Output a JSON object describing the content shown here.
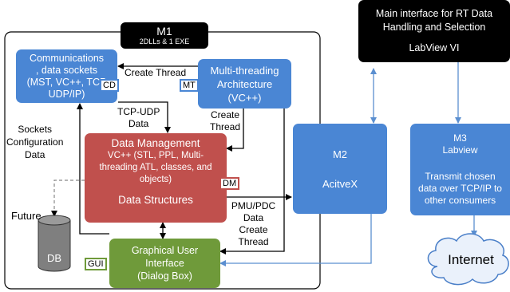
{
  "m1": {
    "title": "M1",
    "subtitle": "2DLLs & 1 EXE"
  },
  "comm": {
    "l1": "Communications",
    "l2": ", data sockets",
    "l3": "(MST, VC++, TCP",
    "l4": "UDP/IP)",
    "tag": "CD"
  },
  "mt": {
    "l1": "Multi-threading",
    "l2": "Architecture",
    "l3": "(VC++)",
    "tag": "MT"
  },
  "dm": {
    "l1": "Data Management",
    "l2": "VC++ (STL, PPL, Multi-",
    "l3": "threading ATL, classes, and",
    "l4": "objects)",
    "l5": "Data Structures",
    "tag": "DM"
  },
  "gui": {
    "l1": "Graphical User",
    "l2": "Interface",
    "l3": "(Dialog Box)",
    "tag": "GUI"
  },
  "labview": {
    "l1": "Main interface for RT Data",
    "l2": "Handling and Selection",
    "l3": "LabView VI"
  },
  "m2": {
    "l1": "M2",
    "l2": "AcitveX"
  },
  "m3": {
    "l1": "M3",
    "l2": "Labview",
    "l3": "Transmit chosen",
    "l4": "data over TCP/IP to",
    "l5": "other consumers"
  },
  "internet": "Internet",
  "db": "DB",
  "future": "Future",
  "labels": {
    "create_thread_top": "Create Thread",
    "tcp_udp_1": "TCP-UDP",
    "tcp_udp_2": "Data",
    "create_thread_mid_1": "Create",
    "create_thread_mid_2": "Thread",
    "sockets_1": "Sockets",
    "sockets_2": "Configuration",
    "sockets_3": "Data",
    "pmu_1": "PMU/PDC",
    "pmu_2": "Data",
    "pmu_3": "Create",
    "pmu_4": "Thread"
  },
  "colors": {
    "blue": "#4a86d4",
    "red": "#c0504d",
    "green": "#6f9a3a",
    "black": "#000000",
    "connector": "#5b8fd0"
  }
}
